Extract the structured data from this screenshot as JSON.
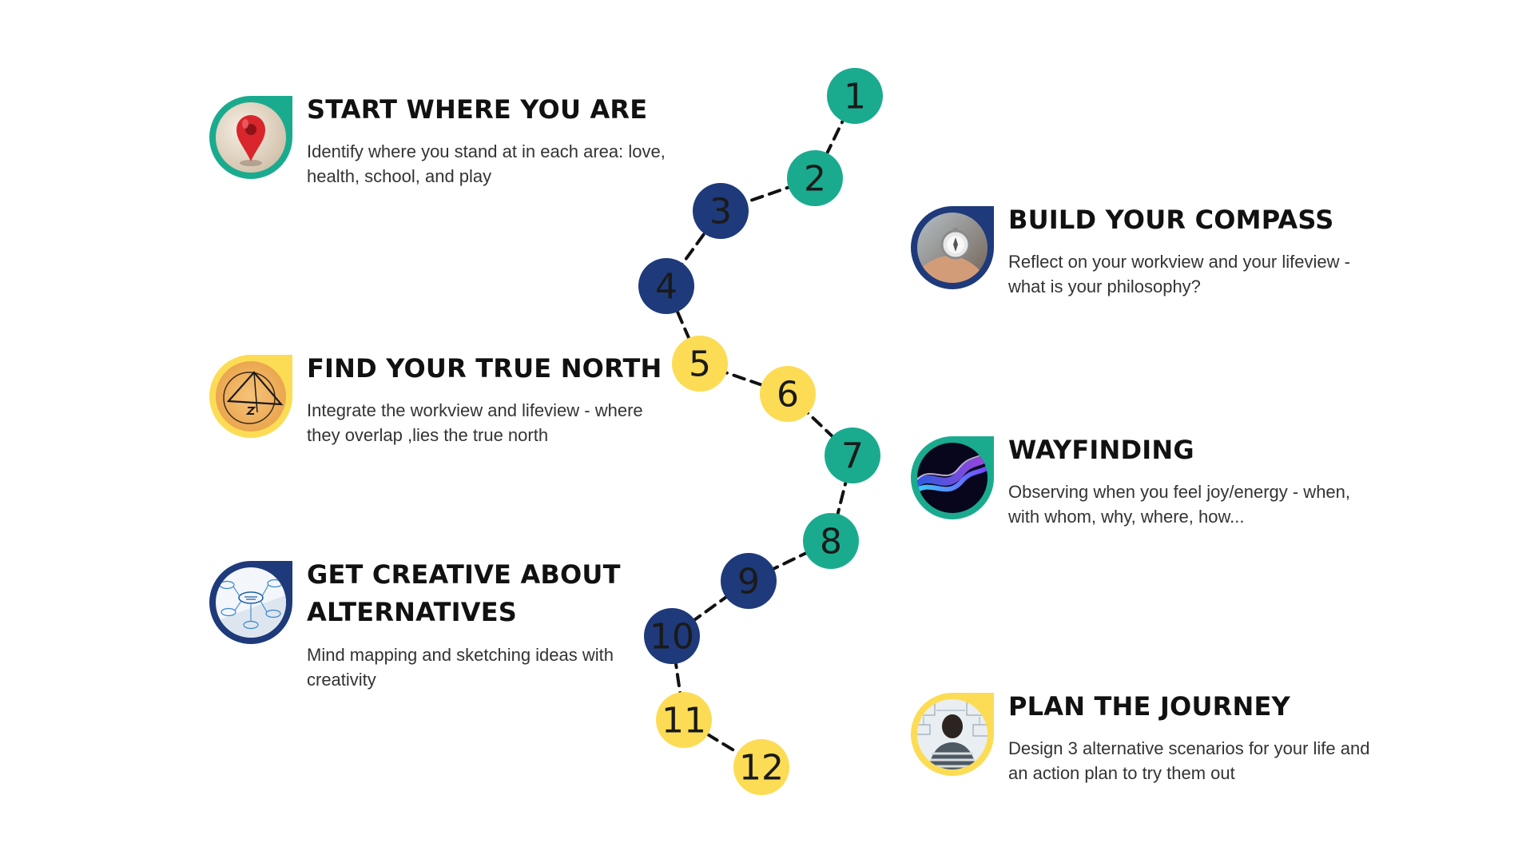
{
  "colors": {
    "teal": "#1aab8f",
    "navy": "#1e3a7b",
    "yellow": "#fcdc55",
    "dash": "#111111",
    "number_text": "#1a1a1a"
  },
  "path_nodes": [
    {
      "label": "1",
      "color": "teal"
    },
    {
      "label": "2",
      "color": "teal"
    },
    {
      "label": "3",
      "color": "navy"
    },
    {
      "label": "4",
      "color": "navy"
    },
    {
      "label": "5",
      "color": "yellow"
    },
    {
      "label": "6",
      "color": "yellow"
    },
    {
      "label": "7",
      "color": "teal"
    },
    {
      "label": "8",
      "color": "teal"
    },
    {
      "label": "9",
      "color": "navy"
    },
    {
      "label": "10",
      "color": "navy"
    },
    {
      "label": "11",
      "color": "yellow"
    },
    {
      "label": "12",
      "color": "yellow"
    }
  ],
  "steps": [
    {
      "id": "start-where-you-are",
      "title": "START WHERE YOU ARE",
      "description": "Identify where you stand at in each area: love, health,  school, and play",
      "icon": "map-pin-icon",
      "color": "teal"
    },
    {
      "id": "build-your-compass",
      "title": "BUILD YOUR COMPASS",
      "description": "Reflect on your workview and your lifeview - what is your philosophy?",
      "icon": "compass-icon",
      "color": "navy"
    },
    {
      "id": "find-your-true-north",
      "title": "FIND YOUR TRUE NORTH",
      "description": "Integrate the workview and lifeview - where they overlap ,lies the true north",
      "icon": "true-north-sketch-icon",
      "color": "yellow"
    },
    {
      "id": "wayfinding",
      "title": "WAYFINDING",
      "description": "Observing when you feel joy/energy - when, with whom, why, where, how...",
      "icon": "energy-wave-icon",
      "color": "teal"
    },
    {
      "id": "get-creative-about-alternatives",
      "title": "GET CREATIVE ABOUT ALTERNATIVES",
      "description": "Mind mapping and sketching ideas with creativity",
      "icon": "mind-map-icon",
      "color": "navy"
    },
    {
      "id": "plan-the-journey",
      "title": "PLAN THE JOURNEY",
      "description": "Design 3 alternative scenarios for your life and an action plan to try them out",
      "icon": "planning-board-icon",
      "color": "yellow"
    }
  ]
}
